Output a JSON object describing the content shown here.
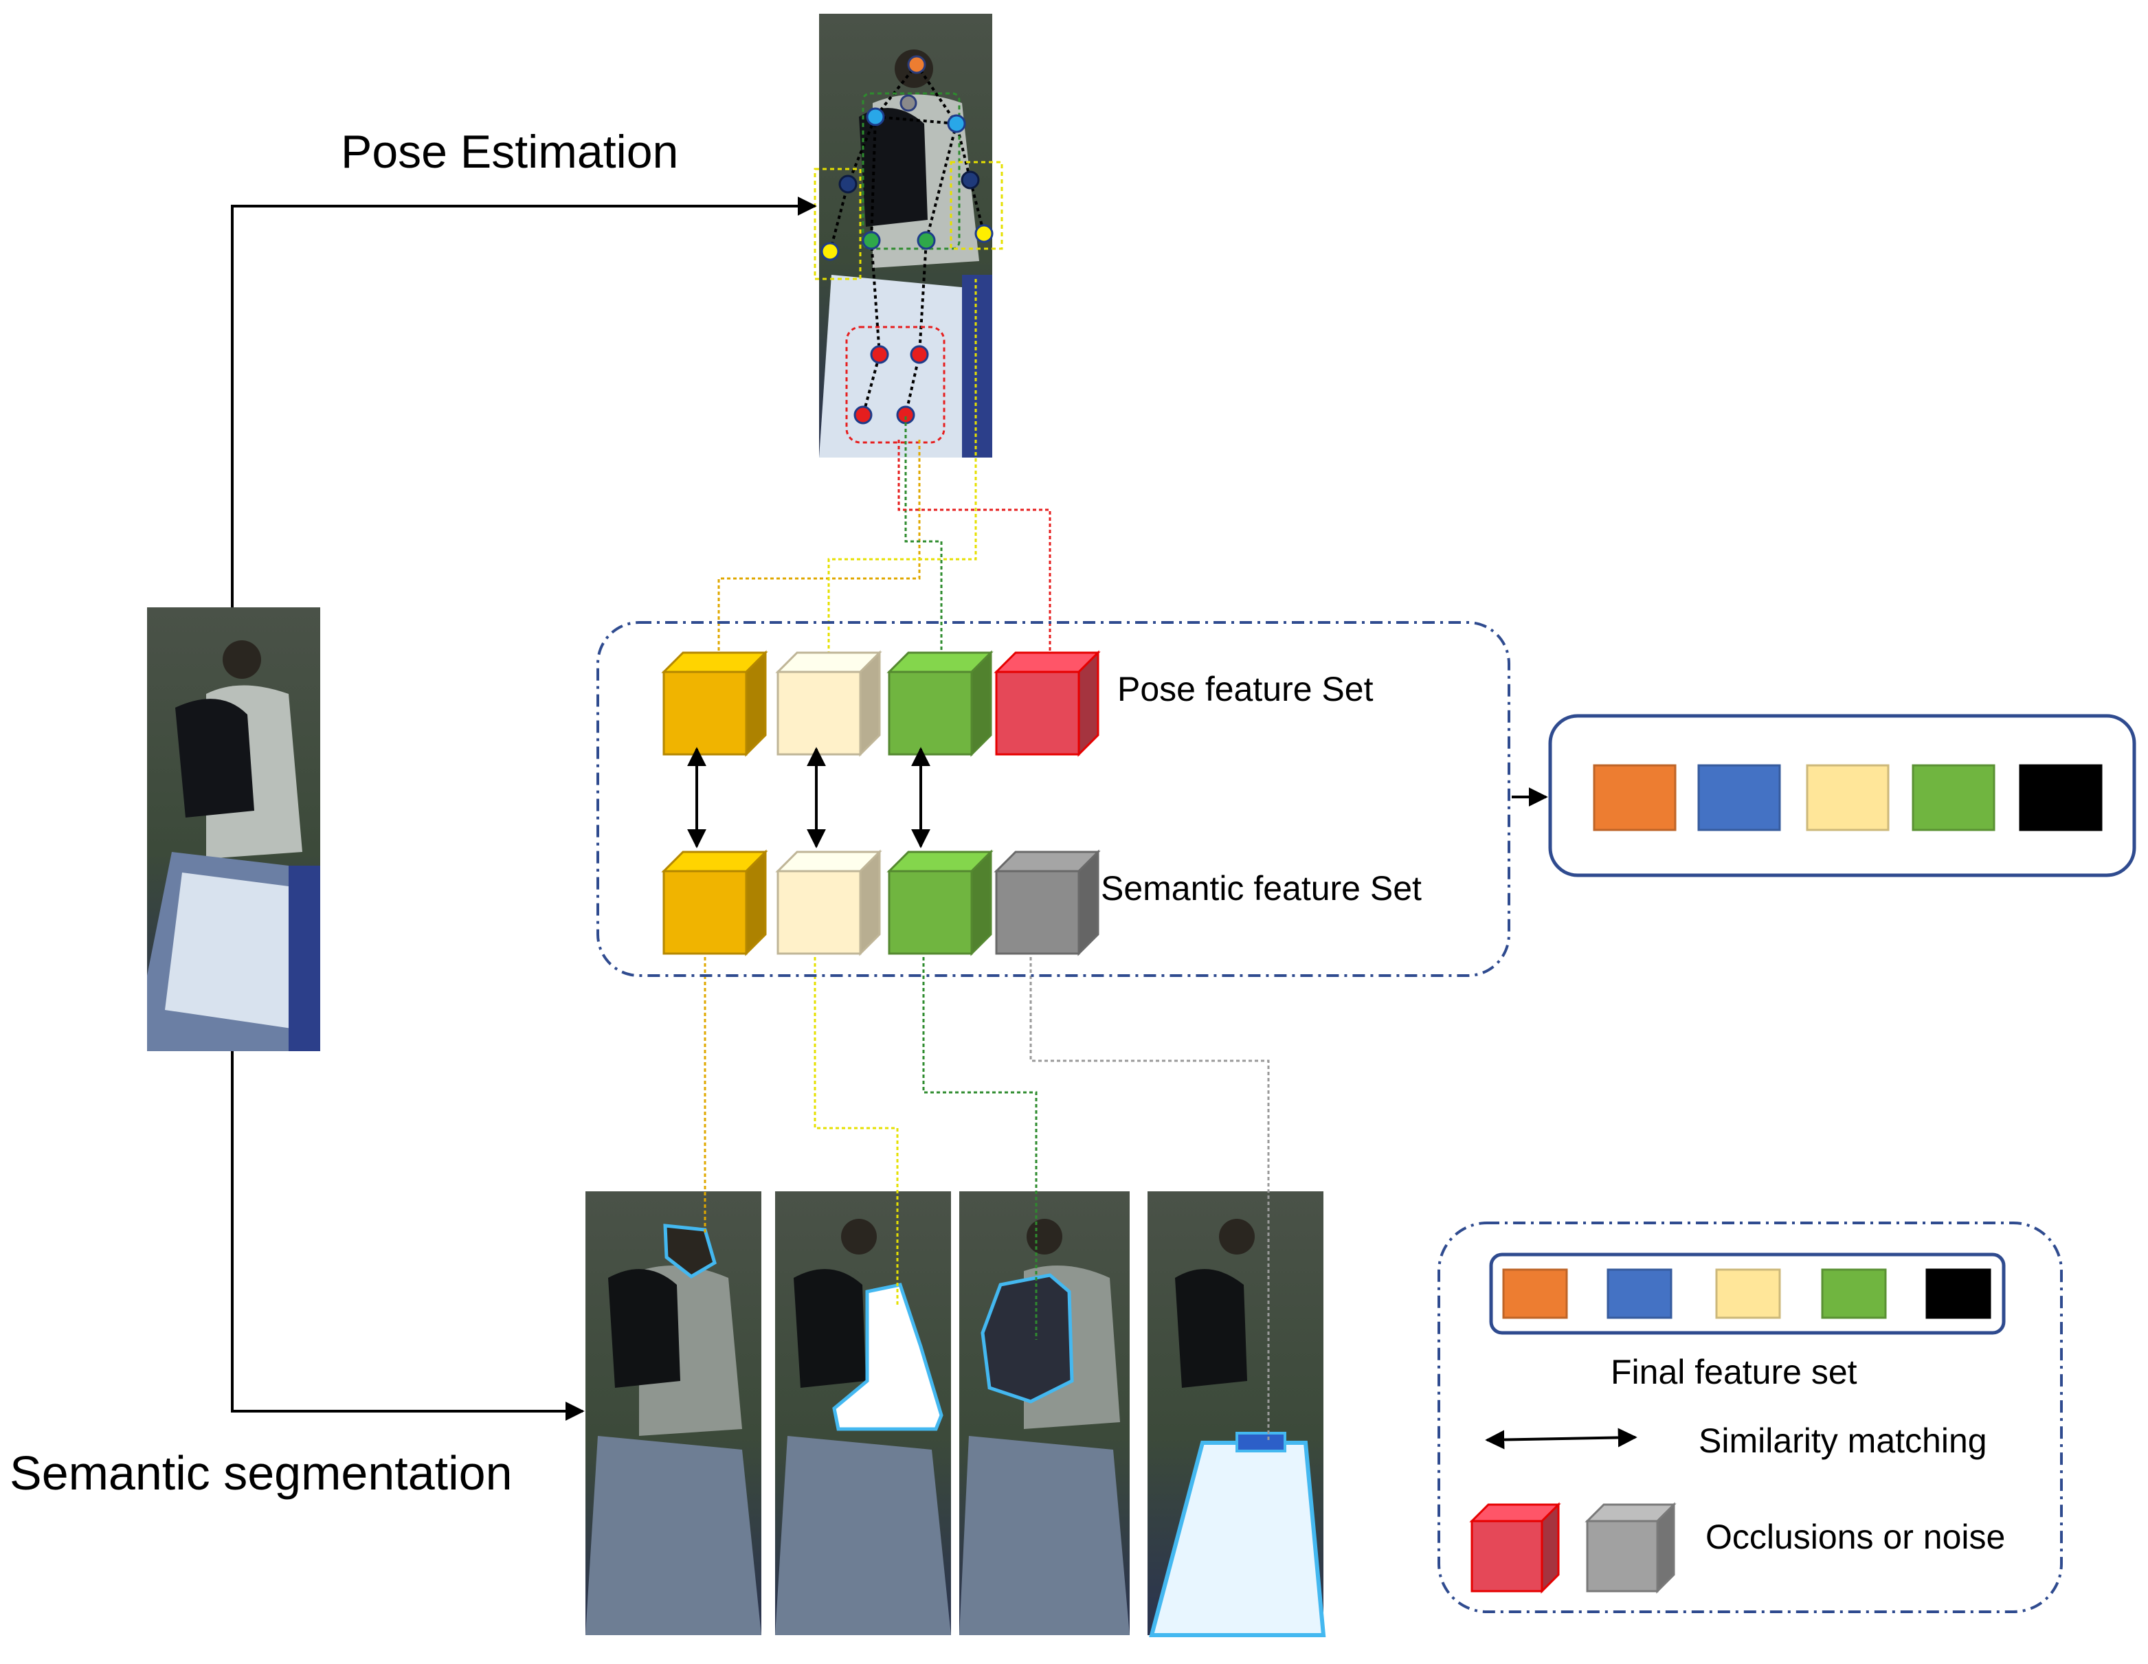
{
  "labels": {
    "pose_estimation": "Pose Estimation",
    "semantic_segmentation": "Semantic segmentation",
    "pose_feature_set": "Pose feature Set",
    "semantic_feature_set": "Semantic feature Set"
  },
  "legend": {
    "final_feature_set": "Final feature set",
    "similarity_matching": "Similarity matching",
    "occlusions_or_noise": "Occlusions or noise"
  },
  "colors": {
    "orange": "#ED7D31",
    "blue": "#4472C4",
    "light_yellow": "#FFE699",
    "green": "#70B540",
    "black": "#000000",
    "gold_cube": "#F0B400",
    "cream_cube": "#FFF1C9",
    "red_cube": "#E54858",
    "gray_cube": "#8C8C8C",
    "frame_blue": "#2F4B8F"
  },
  "pose_cubes": [
    "gold_cube",
    "cream_cube",
    "green",
    "red_cube"
  ],
  "semantic_cubes": [
    "gold_cube",
    "cream_cube",
    "green",
    "gray_cube"
  ],
  "final_feature_colors": [
    "orange",
    "blue",
    "light_yellow",
    "green",
    "black"
  ]
}
